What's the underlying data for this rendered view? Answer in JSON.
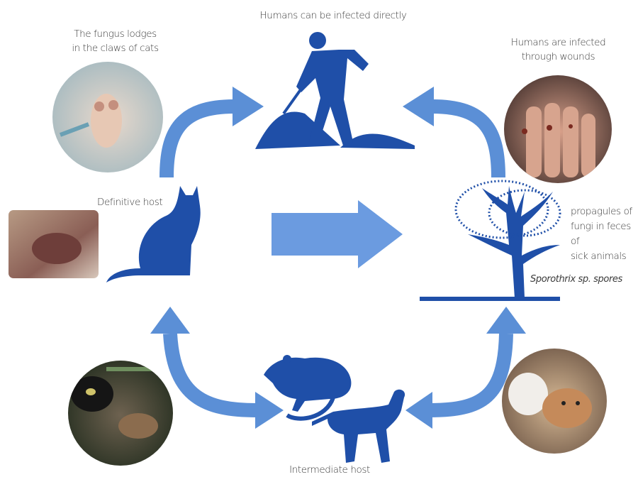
{
  "labels": {
    "humans_direct": "Humans can be infected directly",
    "fungus_claws_line1": "The fungus lodges",
    "fungus_claws_line2": "in the claws of cats",
    "humans_wounds_line1": "Humans are infected",
    "humans_wounds_line2": "through wounds",
    "definitive_host": "Definitive host",
    "propagules_line1": "propagules of",
    "propagules_line2": "fungi in feces of",
    "propagules_line3": "sick animals",
    "spores": "Sporothrix sp. spores",
    "intermediate_host": "Intermediate host"
  },
  "icons": {
    "digger": "human-digging-silhouette",
    "cat": "cat-silhouette",
    "tree": "tree-silhouette",
    "rat": "rat-silhouette",
    "dog": "dog-silhouette"
  },
  "colors": {
    "silhouette": "#1f4fa8",
    "arrow": "#5b8fd6",
    "big_arrow": "#6b9be0",
    "text": "#3a3a3a"
  }
}
